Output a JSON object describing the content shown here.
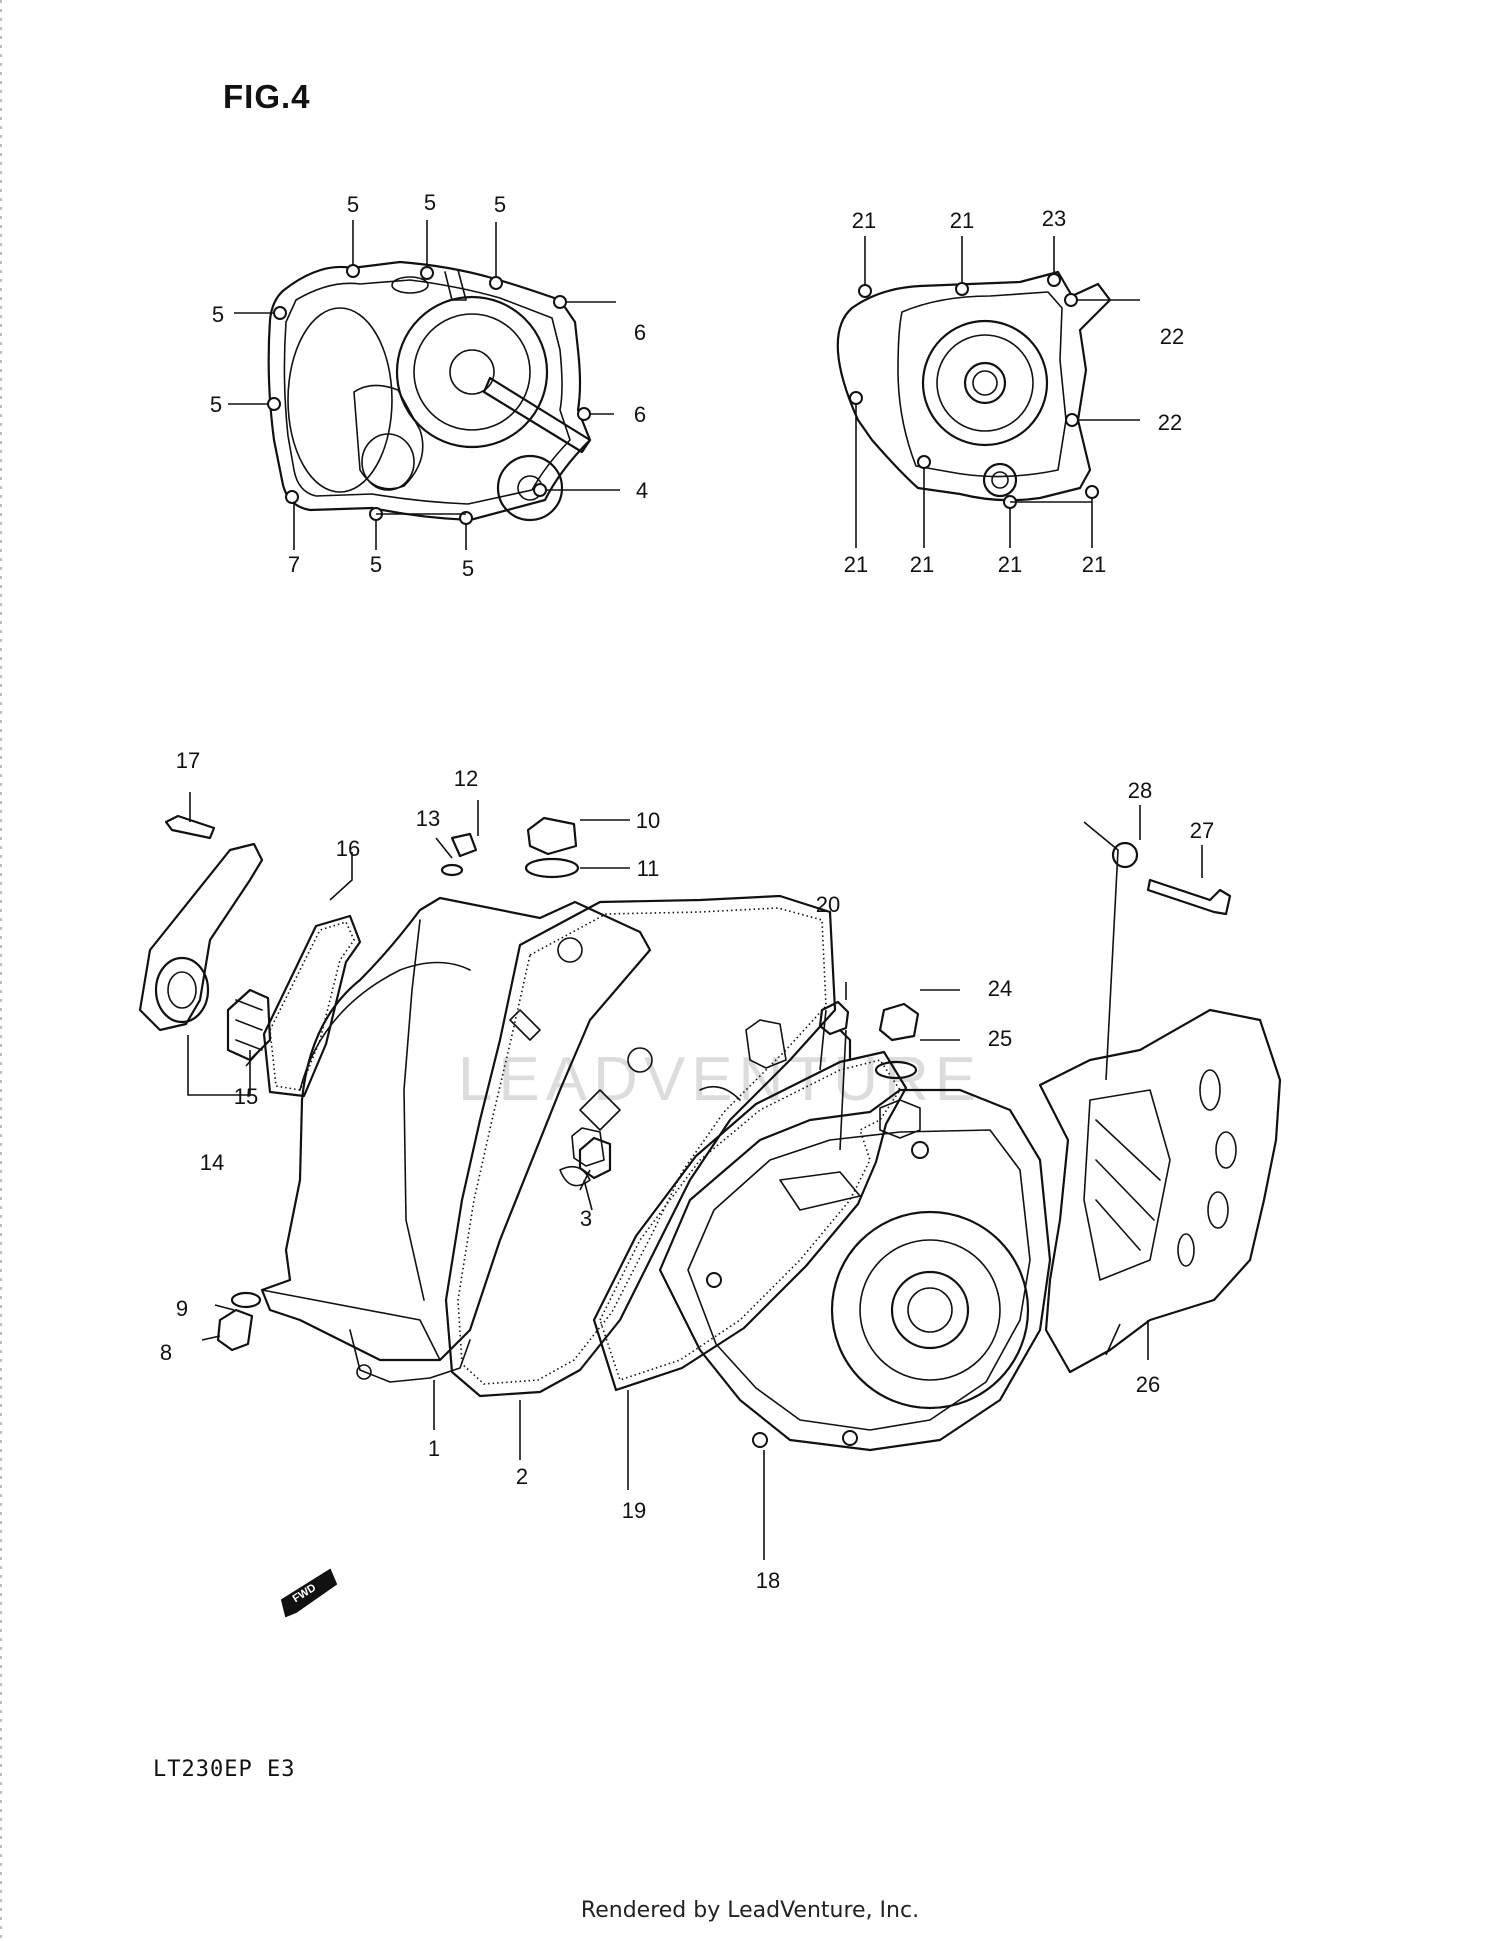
{
  "figure_title": "FIG.4",
  "model_code": "LT230EP  E3",
  "footer_text": "Rendered by LeadVenture, Inc.",
  "watermark_text": "LEADVENTURE",
  "direction_label": "FWD",
  "callouts": {
    "c1": "1",
    "c2": "2",
    "c3": "3",
    "c4": "4",
    "c5a": "5",
    "c5b": "5",
    "c5c": "5",
    "c5d": "5",
    "c5e": "5",
    "c5f": "5",
    "c5g": "5",
    "c6a": "6",
    "c6b": "6",
    "c7": "7",
    "c8": "8",
    "c9": "9",
    "c10": "10",
    "c11": "11",
    "c12": "12",
    "c13": "13",
    "c14": "14",
    "c15": "15",
    "c16": "16",
    "c17": "17",
    "c18": "18",
    "c19": "19",
    "c20": "20",
    "c21a": "21",
    "c21b": "21",
    "c21c": "21",
    "c21d": "21",
    "c21e": "21",
    "c21f": "21",
    "c22a": "22",
    "c22b": "22",
    "c23": "23",
    "c24": "24",
    "c25": "25",
    "c26": "26",
    "c27": "27",
    "c28": "28"
  }
}
